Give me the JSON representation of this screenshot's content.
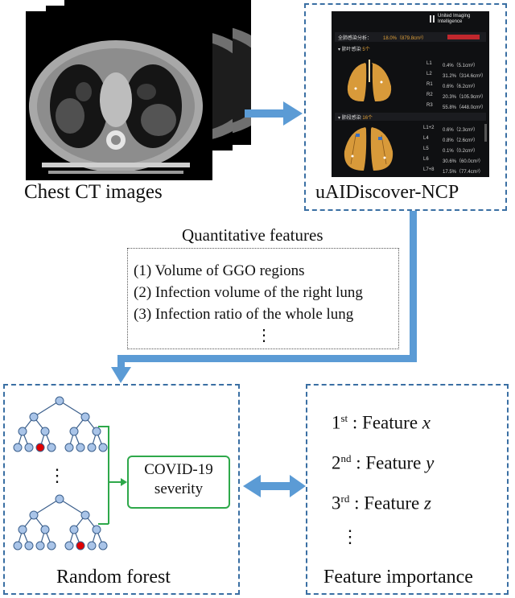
{
  "ct": {
    "caption": "Chest CT images"
  },
  "software": {
    "caption": "uAIDiscover-NCP",
    "brand_line1": "United Imaging",
    "brand_line2": "Intelligence",
    "summary_label": "全肺感染分析：",
    "summary_value": "18.0%（879.8cm³）",
    "lobe_header": "肺叶感染",
    "lobe_count": "5个",
    "lobe_rows": [
      {
        "name": "L1",
        "value": "0.4%（5.1cm³）"
      },
      {
        "name": "L2",
        "value": "31.2%（314.6cm³）"
      },
      {
        "name": "R1",
        "value": "0.6%（6.2cm³）"
      },
      {
        "name": "R2",
        "value": "20.3%（105.9cm³）"
      },
      {
        "name": "R3",
        "value": "55.8%（448.0cm³）"
      }
    ],
    "seg_header": "肺段感染",
    "seg_count": "16个",
    "seg_rows": [
      {
        "name": "L1+2",
        "value": "0.6%（2.3cm³）"
      },
      {
        "name": "L4",
        "value": "0.8%（2.6cm³）"
      },
      {
        "name": "L5",
        "value": "0.1%（0.2cm³）"
      },
      {
        "name": "L6",
        "value": "30.6%（60.0cm³）"
      },
      {
        "name": "L7+8",
        "value": "17.5%（77.4cm³）"
      }
    ]
  },
  "features": {
    "title": "Quantitative features",
    "items": [
      "(1) Volume of GGO regions",
      "(2) Infection volume of the right lung",
      "(3) Infection ratio of the whole lung"
    ],
    "ellipsis": "⋮"
  },
  "forest": {
    "caption": "Random forest",
    "ellipsis": "⋮",
    "output_line1": "COVID-19",
    "output_line2": "severity"
  },
  "importance": {
    "caption": "Feature importance",
    "ranks": [
      {
        "num": "1",
        "sup": "st",
        "prefix": " : Feature ",
        "var": "x"
      },
      {
        "num": "2",
        "sup": "nd",
        "prefix": " : Feature ",
        "var": "y"
      },
      {
        "num": "3",
        "sup": "rd",
        "prefix": " : Feature ",
        "var": "z"
      }
    ],
    "ellipsis": "⋮"
  },
  "colors": {
    "arrow": "#5b9bd5",
    "dash_border": "#3a6fa3",
    "tree_node": "#a9c4e8",
    "tree_node_stroke": "#3b5f8c",
    "tree_highlight": "#e00000",
    "green": "#2ea84a"
  }
}
